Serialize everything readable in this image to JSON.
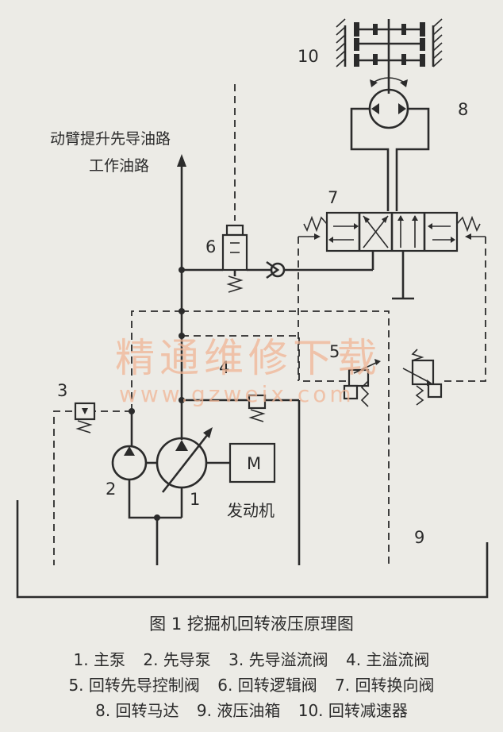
{
  "labels": {
    "motor_letter": "M",
    "engine": "发动机",
    "pilot_line": "动臂提升先导油路",
    "work_line": "工作油路",
    "watermark_cn": "精通维修下载",
    "watermark_url": "www.gzweix.com"
  },
  "numbers": {
    "n1": "1",
    "n2": "2",
    "n3": "3",
    "n4": "4",
    "n5": "5",
    "n6": "6",
    "n7": "7",
    "n8": "8",
    "n9": "9",
    "n10": "10"
  },
  "caption": {
    "title": "图 1   挖掘机回转液压原理图",
    "legend": [
      [
        "1. 主泵",
        "2. 先导泵",
        "3. 先导溢流阀",
        "4. 主溢流阀"
      ],
      [
        "5. 回转先导控制阀",
        "6. 回转逻辑阀",
        "7. 回转换向阀"
      ],
      [
        "8. 回转马达",
        "9. 液压油箱",
        "10. 回转减速器"
      ]
    ]
  }
}
